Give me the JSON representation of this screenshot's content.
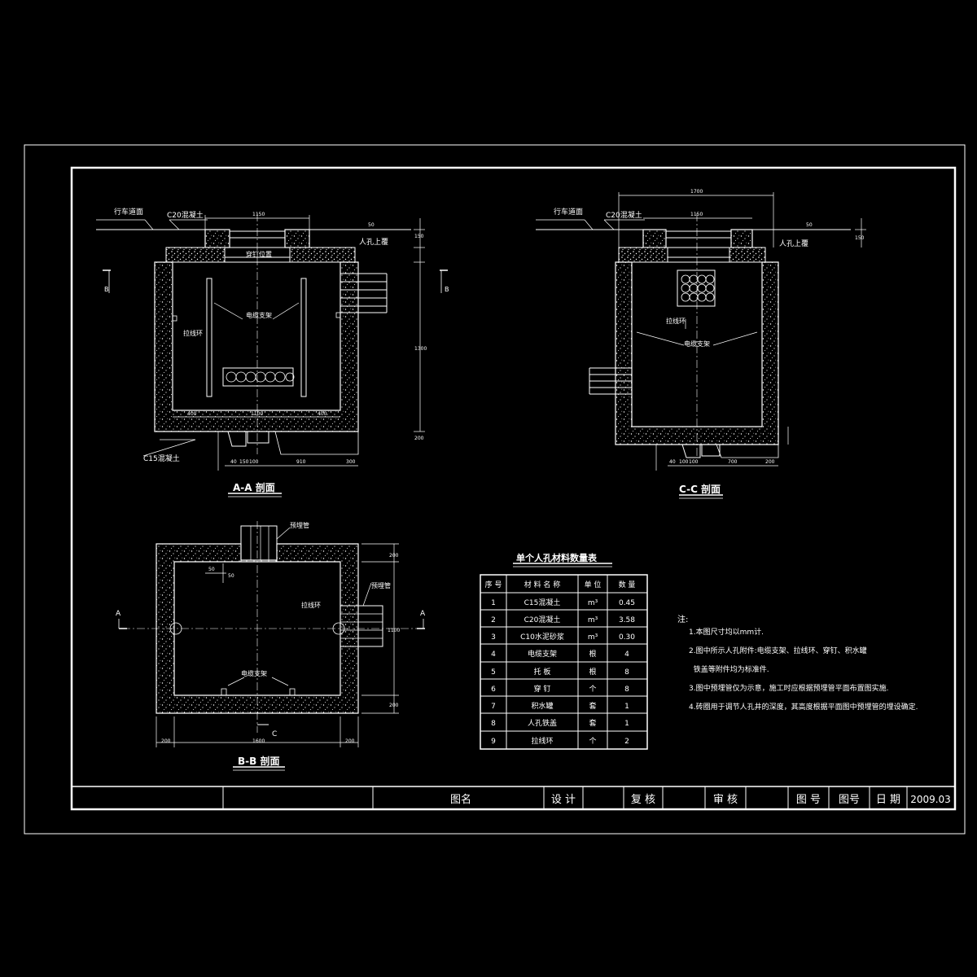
{
  "sections": {
    "aa": {
      "title": "A-A 剖面",
      "lbl_road": "行车道面",
      "lbl_c20": "C20混凝土",
      "lbl_manhole_top": "人孔上覆",
      "lbl_nail": "穿钉位置",
      "lbl_bracket": "电缆支架",
      "lbl_ring": "拉线环",
      "lbl_c15": "C15混凝土",
      "dim_top": "1150",
      "dim_50": "50",
      "dim_150": "150",
      "dim_inner": "1100",
      "dim_400a": "400",
      "dim_400b": "400",
      "dim_height": "1300",
      "dim_200": "200",
      "dim_bottom_a": "40",
      "dim_bottom_b": "150",
      "dim_bottom_c": "100",
      "dim_bottom_d": "910",
      "dim_bottom_e": "300",
      "mark_b_left": "B",
      "mark_b_right": "B"
    },
    "cc": {
      "title": "C-C 剖面",
      "lbl_road": "行车道面",
      "lbl_c20": "C20混凝土",
      "lbl_manhole_top": "人孔上覆",
      "lbl_ring": "拉线环",
      "lbl_bracket": "电缆支架",
      "dim_top_outer": "1700",
      "dim_top": "1150",
      "dim_50": "50",
      "dim_150": "150",
      "dim_bottom_a": "40",
      "dim_bottom_b": "100",
      "dim_bottom_c": "100",
      "dim_bottom_d": "700",
      "dim_bottom_e": "200"
    },
    "bb": {
      "title": "B-B 剖面",
      "lbl_pipe": "预埋管",
      "lbl_pipe2": "预埋管",
      "lbl_ring": "拉线环",
      "lbl_bracket": "电缆支架",
      "dim_200l": "200",
      "dim_1600": "1600",
      "dim_200r": "200",
      "dim_right_top": "200",
      "dim_right_mid": "1100",
      "dim_right_bot": "200",
      "dim_small_a": "50",
      "dim_small_b": "50",
      "mark_a_left": "A",
      "mark_a_right": "A",
      "mark_c": "C"
    }
  },
  "table": {
    "title": "单个人孔材料数量表",
    "headers": [
      "序 号",
      "材 料 名 称",
      "单 位",
      "数 量"
    ],
    "rows": [
      [
        "1",
        "C15混凝土",
        "m³",
        "0.45"
      ],
      [
        "2",
        "C20混凝土",
        "m³",
        "3.58"
      ],
      [
        "3",
        "C10水泥砂浆",
        "m³",
        "0.30"
      ],
      [
        "4",
        "电缆支架",
        "根",
        "4"
      ],
      [
        "5",
        "托 板",
        "根",
        "8"
      ],
      [
        "6",
        "穿 钉",
        "个",
        "8"
      ],
      [
        "7",
        "积水罐",
        "套",
        "1"
      ],
      [
        "8",
        "人孔铁盖",
        "套",
        "1"
      ],
      [
        "9",
        "拉线环",
        "个",
        "2"
      ]
    ]
  },
  "notes": {
    "heading": "注:",
    "lines": [
      "1.本图尺寸均以mm计.",
      "2.图中所示人孔附件:电缆支架、拉线环、穿钉、积水罐",
      "  铁盖等附件均为标准件.",
      "3.图中预埋管仅为示意，施工时应根据预埋管平面布置图实施.",
      "4.砖圈用于调节人孔井的深度，其高度根据平面图中预埋管的埋设确定."
    ]
  },
  "title_block": {
    "drawing_name": "图名",
    "design": "设 计",
    "review": "复 核",
    "approve": "审 核",
    "drawing_no_label": "图 号",
    "drawing_no_value": "图号",
    "date_label": "日 期",
    "date_value": "2009.03"
  }
}
